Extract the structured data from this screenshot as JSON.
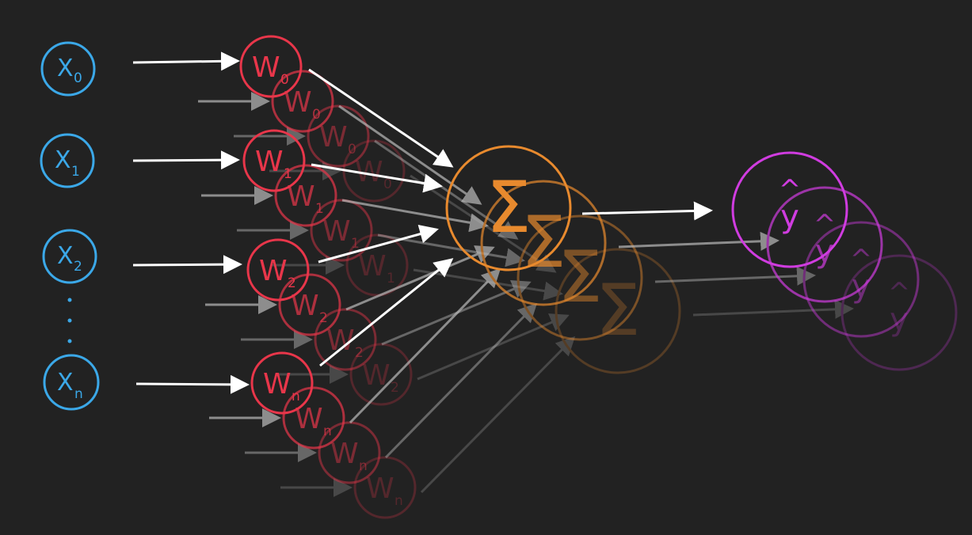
{
  "colors": {
    "background": "#222222",
    "input": "#3BA8E8",
    "weight": "#E8364A",
    "sum": "#E88A2E",
    "output": "#D03CE0",
    "arrow": "#FFFFFF"
  },
  "inputs": [
    {
      "letter": "X",
      "sub": "0"
    },
    {
      "letter": "X",
      "sub": "1"
    },
    {
      "letter": "X",
      "sub": "2"
    },
    {
      "letter": "X",
      "sub": "n"
    }
  ],
  "weights": [
    {
      "letter": "W",
      "sub": "0"
    },
    {
      "letter": "W",
      "sub": "1"
    },
    {
      "letter": "W",
      "sub": "2"
    },
    {
      "letter": "W",
      "sub": "n"
    }
  ],
  "sum_symbol": "Σ",
  "output": {
    "letter": "y",
    "hat": "^"
  },
  "layers": 4
}
